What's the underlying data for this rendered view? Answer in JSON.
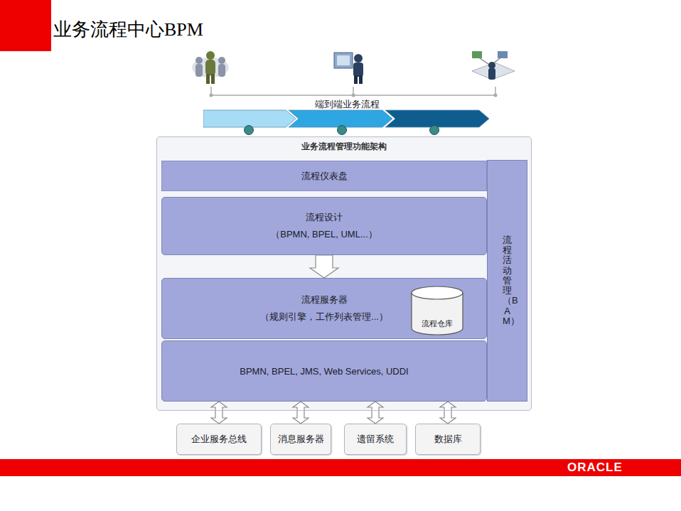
{
  "diagram": {
    "title": "业务流程中心BPM",
    "nodes": [
      {
        "text": [
          "端到端业务流程"
        ]
      },
      {
        "text": [
          "业务流程管理功能架构"
        ]
      },
      {
        "text": [
          "流程仪表盘"
        ],
        "in": 1
      },
      {
        "text": [
          "流程设计",
          "（BPMN, BPEL, UML...）"
        ],
        "in": 1
      },
      {
        "text": [
          "流程服务器",
          "（规则引擎，工作列表管理...）"
        ],
        "in": 1
      },
      {
        "text": [
          "流程仓库"
        ],
        "in": 4
      },
      {
        "text": [
          "BPMN, BPEL, JMS, Web Services, UDDI"
        ],
        "in": 1
      },
      {
        "text": [
          "流程活动管理（BAM）"
        ],
        "in": 1
      },
      {
        "text": [
          "企业服务总线"
        ]
      },
      {
        "text": [
          "消息服务器"
        ]
      },
      {
        "text": [
          "遗留系统"
        ]
      },
      {
        "text": [
          "数据库"
        ]
      }
    ],
    "edges": [
      {
        "from": 3,
        "to": 4,
        "arrow": "to"
      },
      {
        "from": 8,
        "to": 6,
        "arrow": "both"
      },
      {
        "from": 9,
        "to": 6,
        "arrow": "both"
      },
      {
        "from": 10,
        "to": 6,
        "arrow": "both"
      },
      {
        "from": 11,
        "to": 6,
        "arrow": "both"
      }
    ],
    "labels": [
      "ORACLE"
    ]
  }
}
